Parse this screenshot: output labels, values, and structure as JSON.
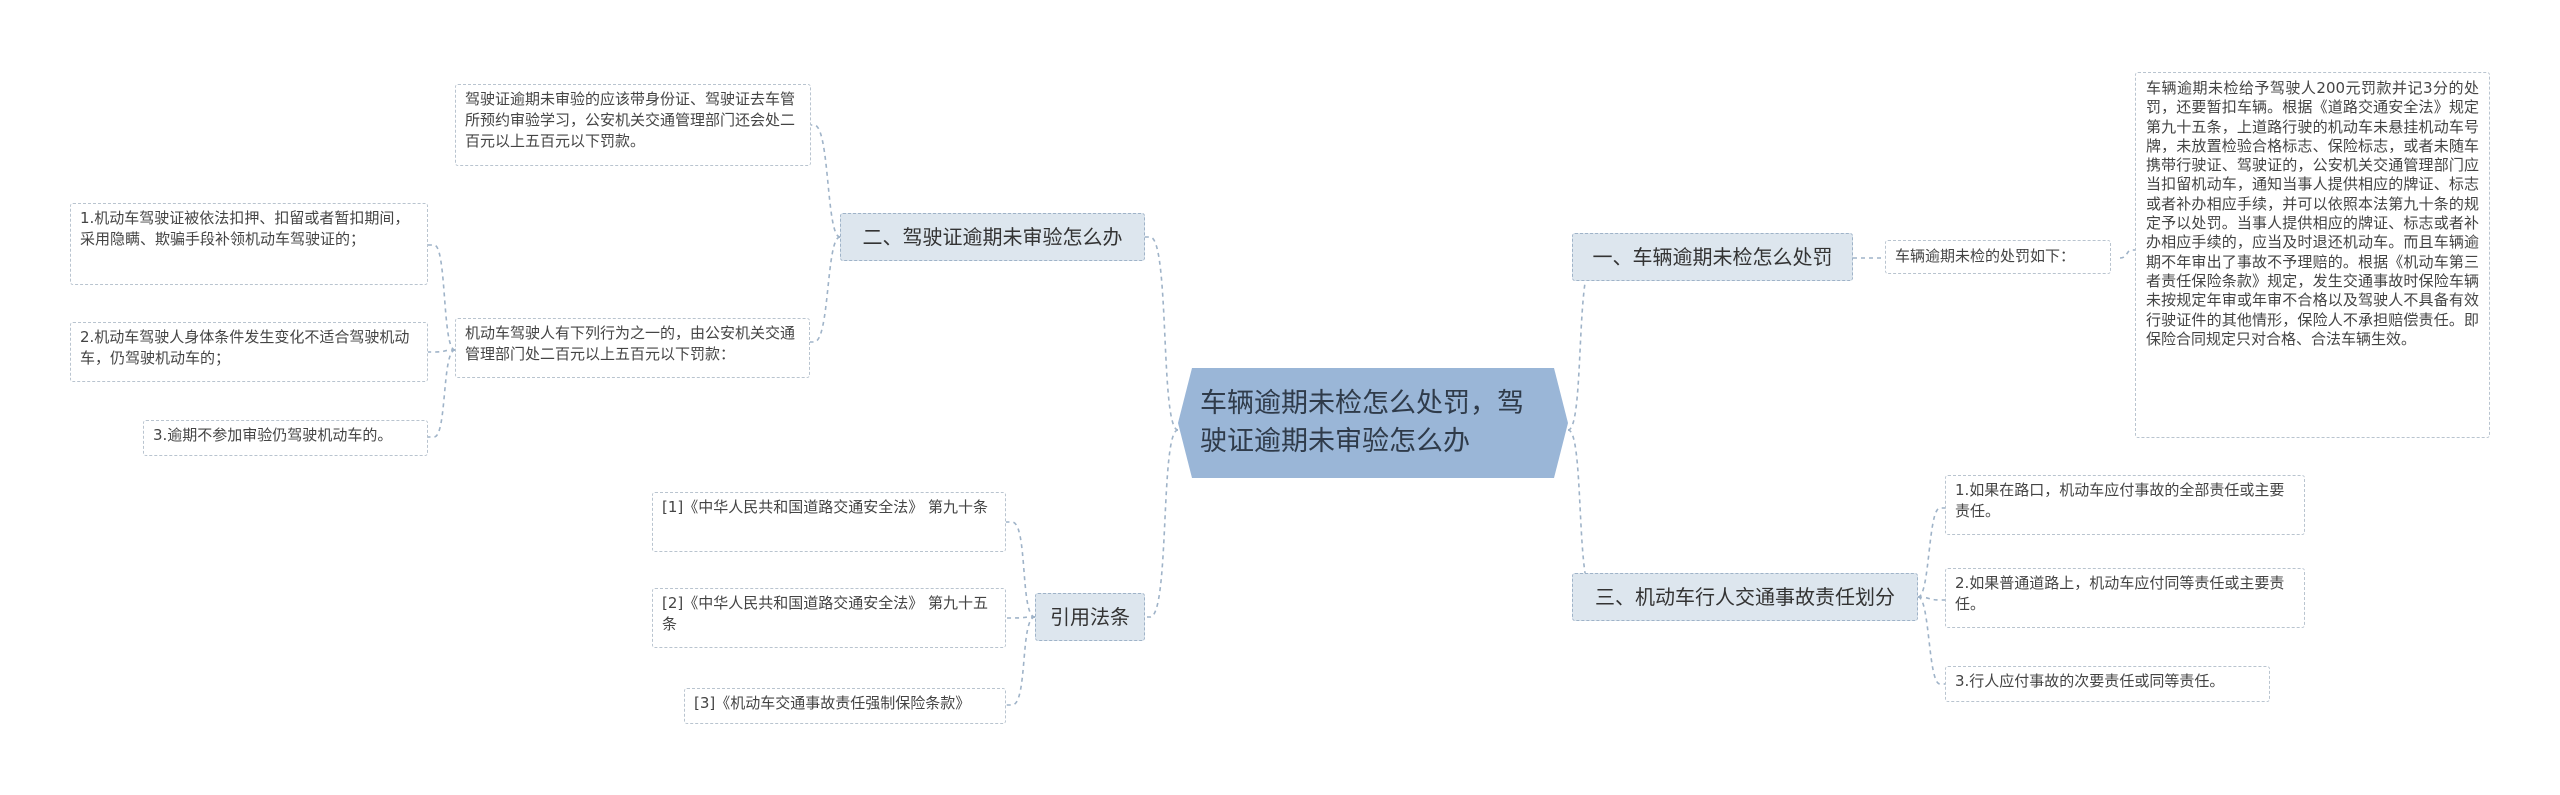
{
  "center": {
    "title": "车辆逾期未检怎么处罚，驾驶证逾期未审验怎么办"
  },
  "branches": {
    "b1": "一、车辆逾期未检怎么处罚",
    "b2": "二、驾驶证逾期未审验怎么办",
    "b3": "三、机动车行人交通事故责任划分",
    "b4": "引用法条"
  },
  "b1": {
    "sub": "车辆逾期未检的处罚如下：",
    "detail": "车辆逾期未检给予驾驶人200元罚款并记3分的处罚，还要暂扣车辆。根据《道路交通安全法》规定第九十五条，上道路行驶的机动车未悬挂机动车号牌，未放置检验合格标志、保险标志，或者未随车携带行驶证、驾驶证的，公安机关交通管理部门应当扣留机动车，通知当事人提供相应的牌证、标志或者补办相应手续，并可以依照本法第九十条的规定予以处罚。当事人提供相应的牌证、标志或者补办相应手续的，应当及时退还机动车。而且车辆逾期不年审出了事故不予理赔的。根据《机动车第三者责任保险条款》规定，发生交通事故时保险车辆未按规定年审或年审不合格以及驾驶人不具备有效行驶证件的其他情形，保险人不承担赔偿责任。即保险合同规定只对合格、合法车辆生效。"
  },
  "b2": {
    "top": "驾驶证逾期未审验的应该带身份证、驾驶证去车管所预约审验学习，公安机关交通管理部门还会处二百元以上五百元以下罚款。",
    "mid": "机动车驾驶人有下列行为之一的，由公安机关交通管理部门处二百元以上五百元以下罚款：",
    "items": [
      "1.机动车驾驶证被依法扣押、扣留或者暂扣期间，采用隐瞒、欺骗手段补领机动车驾驶证的；",
      "2.机动车驾驶人身体条件发生变化不适合驾驶机动车，仍驾驶机动车的；",
      "3.逾期不参加审验仍驾驶机动车的。"
    ]
  },
  "b3": {
    "items": [
      "1.如果在路口，机动车应付事故的全部责任或主要责任。",
      "2.如果普通道路上，机动车应付同等责任或主要责任。",
      "3.行人应付事故的次要责任或同等责任。"
    ]
  },
  "b4": {
    "items": [
      "[1]《中华人民共和国道路交通安全法》 第九十条",
      "[2]《中华人民共和国道路交通安全法》 第九十五条",
      "[3]《机动车交通事故责任强制保险条款》"
    ]
  }
}
